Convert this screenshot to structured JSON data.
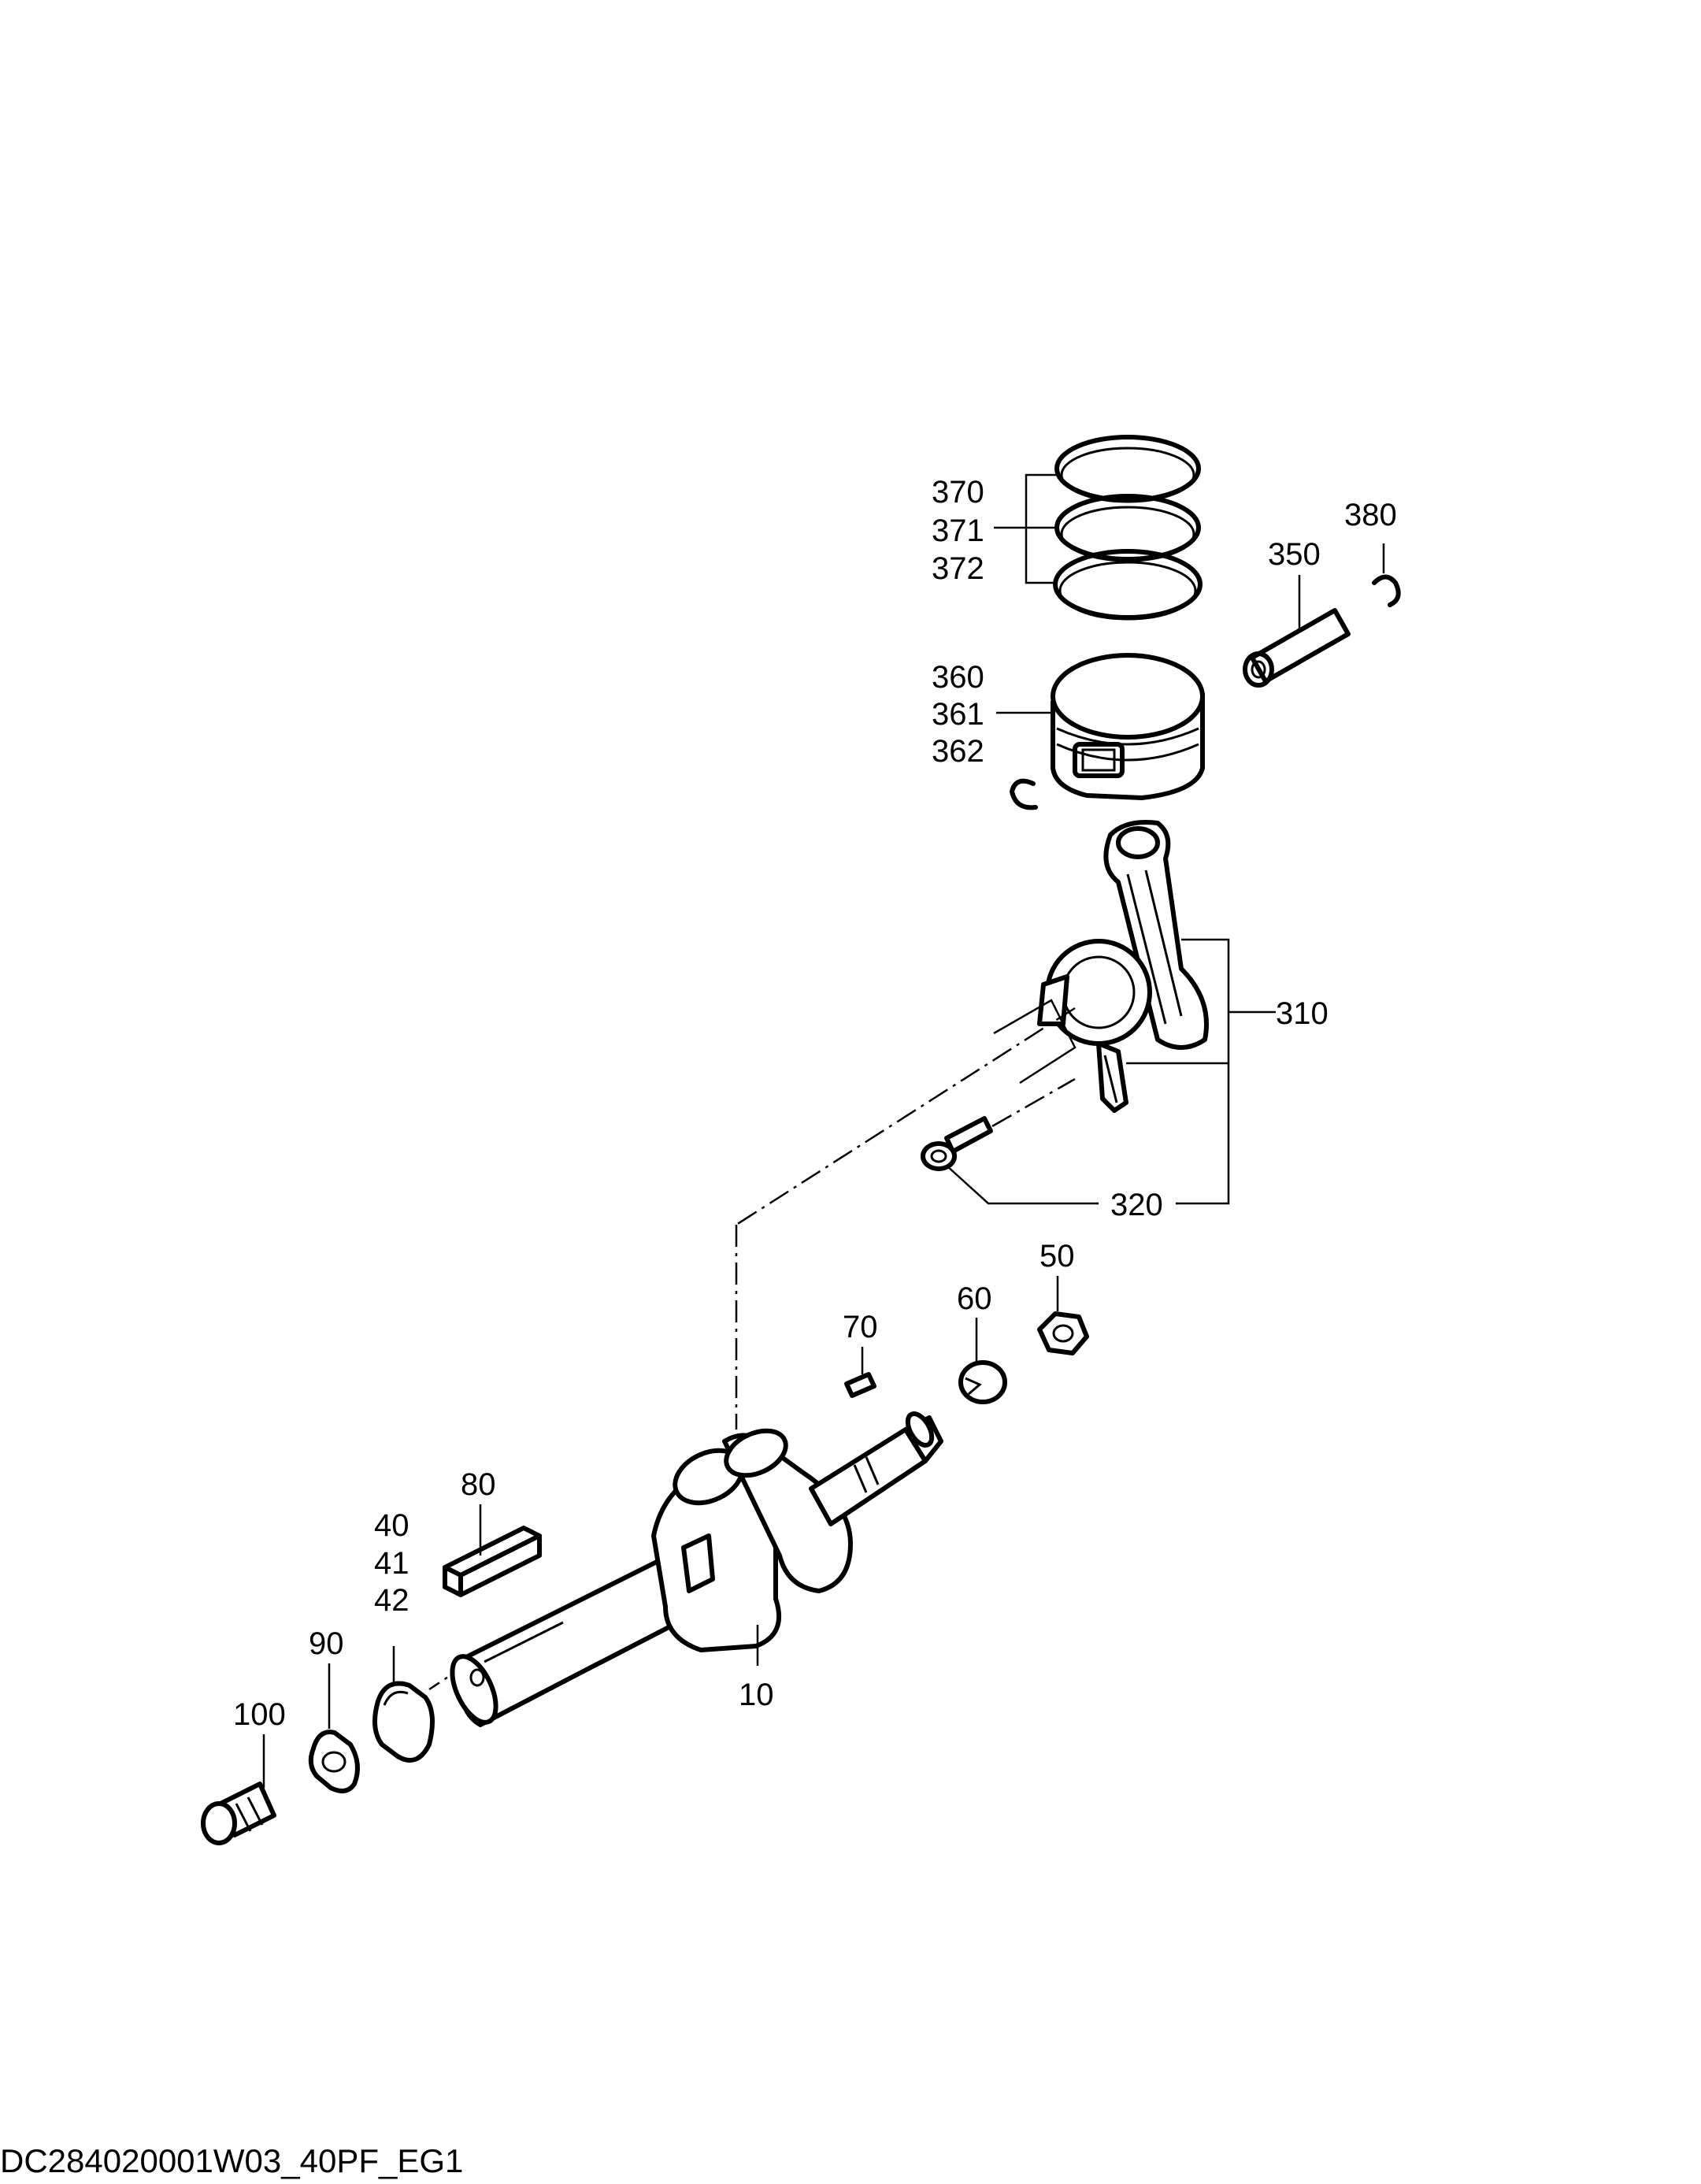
{
  "drawing_id": "DC284020001W03_40PF_EG1",
  "callouts": {
    "p370": "370",
    "p371": "371",
    "p372": "372",
    "p380": "380",
    "p350": "350",
    "p360": "360",
    "p361": "361",
    "p362": "362",
    "p310": "310",
    "p320": "320",
    "p50": "50",
    "p60": "60",
    "p70": "70",
    "p80": "80",
    "p40": "40",
    "p41": "41",
    "p42": "42",
    "p90": "90",
    "p100": "100",
    "p10": "10"
  }
}
